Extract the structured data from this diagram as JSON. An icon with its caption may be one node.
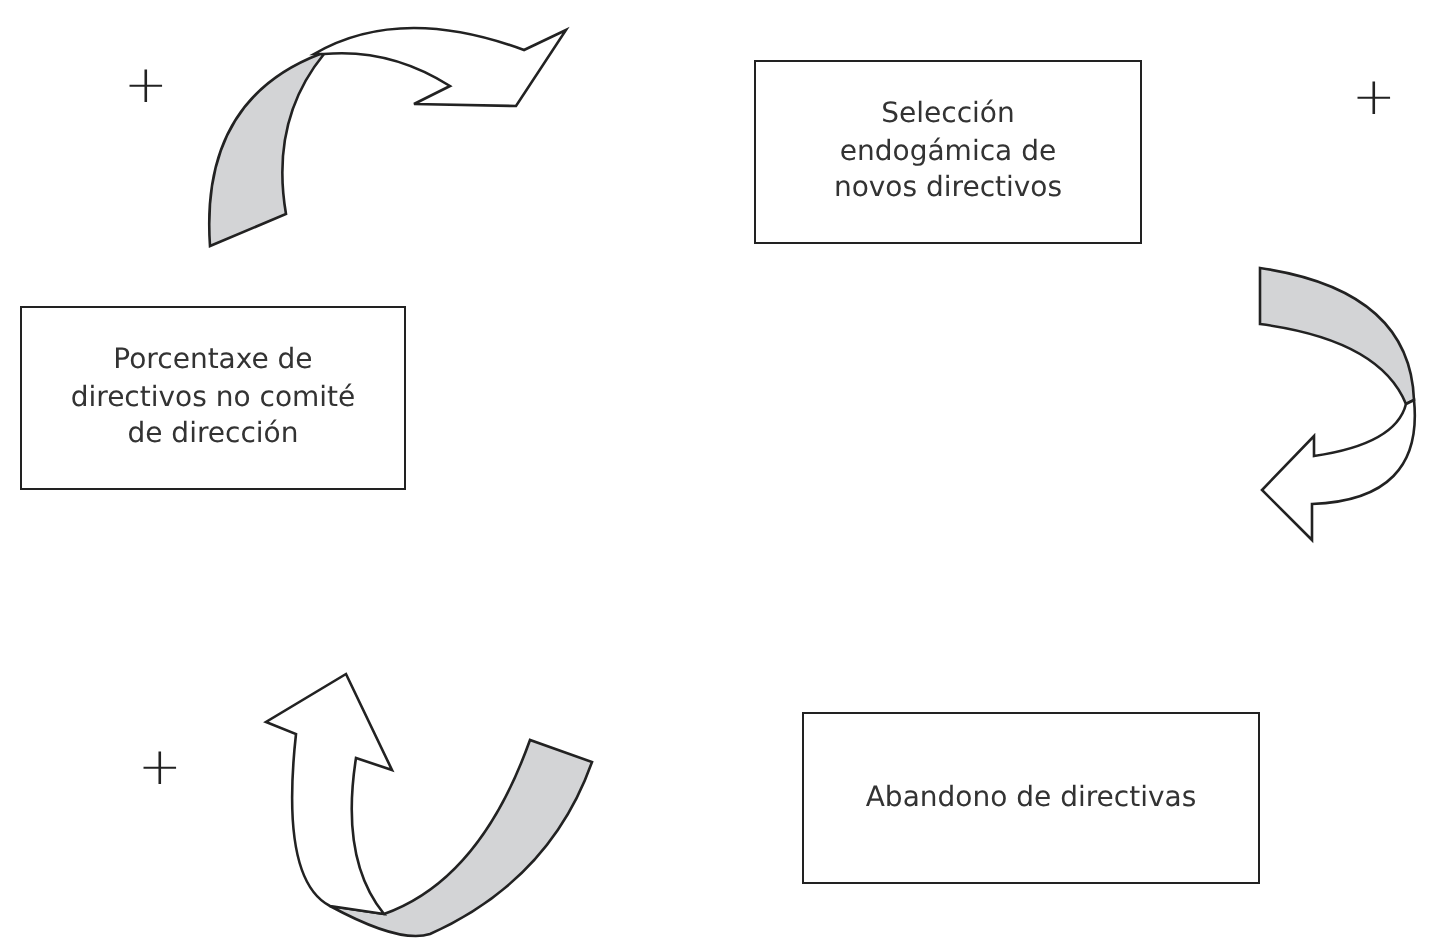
{
  "diagram": {
    "nodes": [
      {
        "text": [
          "Selección endogámica de novos directivos"
        ]
      },
      {
        "text": [
          "Porcentaxe de directivos no comité de dirección"
        ]
      },
      {
        "text": [
          "Abandono de directivas"
        ]
      }
    ],
    "labels": [
      "+",
      "+",
      "+"
    ]
  }
}
